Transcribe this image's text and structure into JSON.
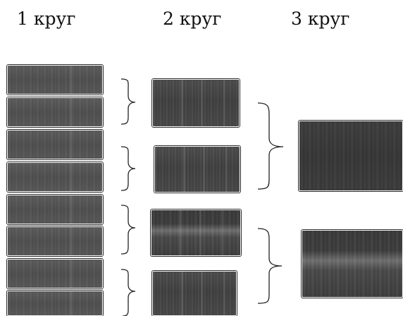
{
  "labels": {
    "round1": "1 круг",
    "round2": "2 круг",
    "round3": "3 круг"
  },
  "colors": {
    "background": "#ffffff",
    "strip_fill": "#454545",
    "bracket_stroke": "#222222"
  }
}
